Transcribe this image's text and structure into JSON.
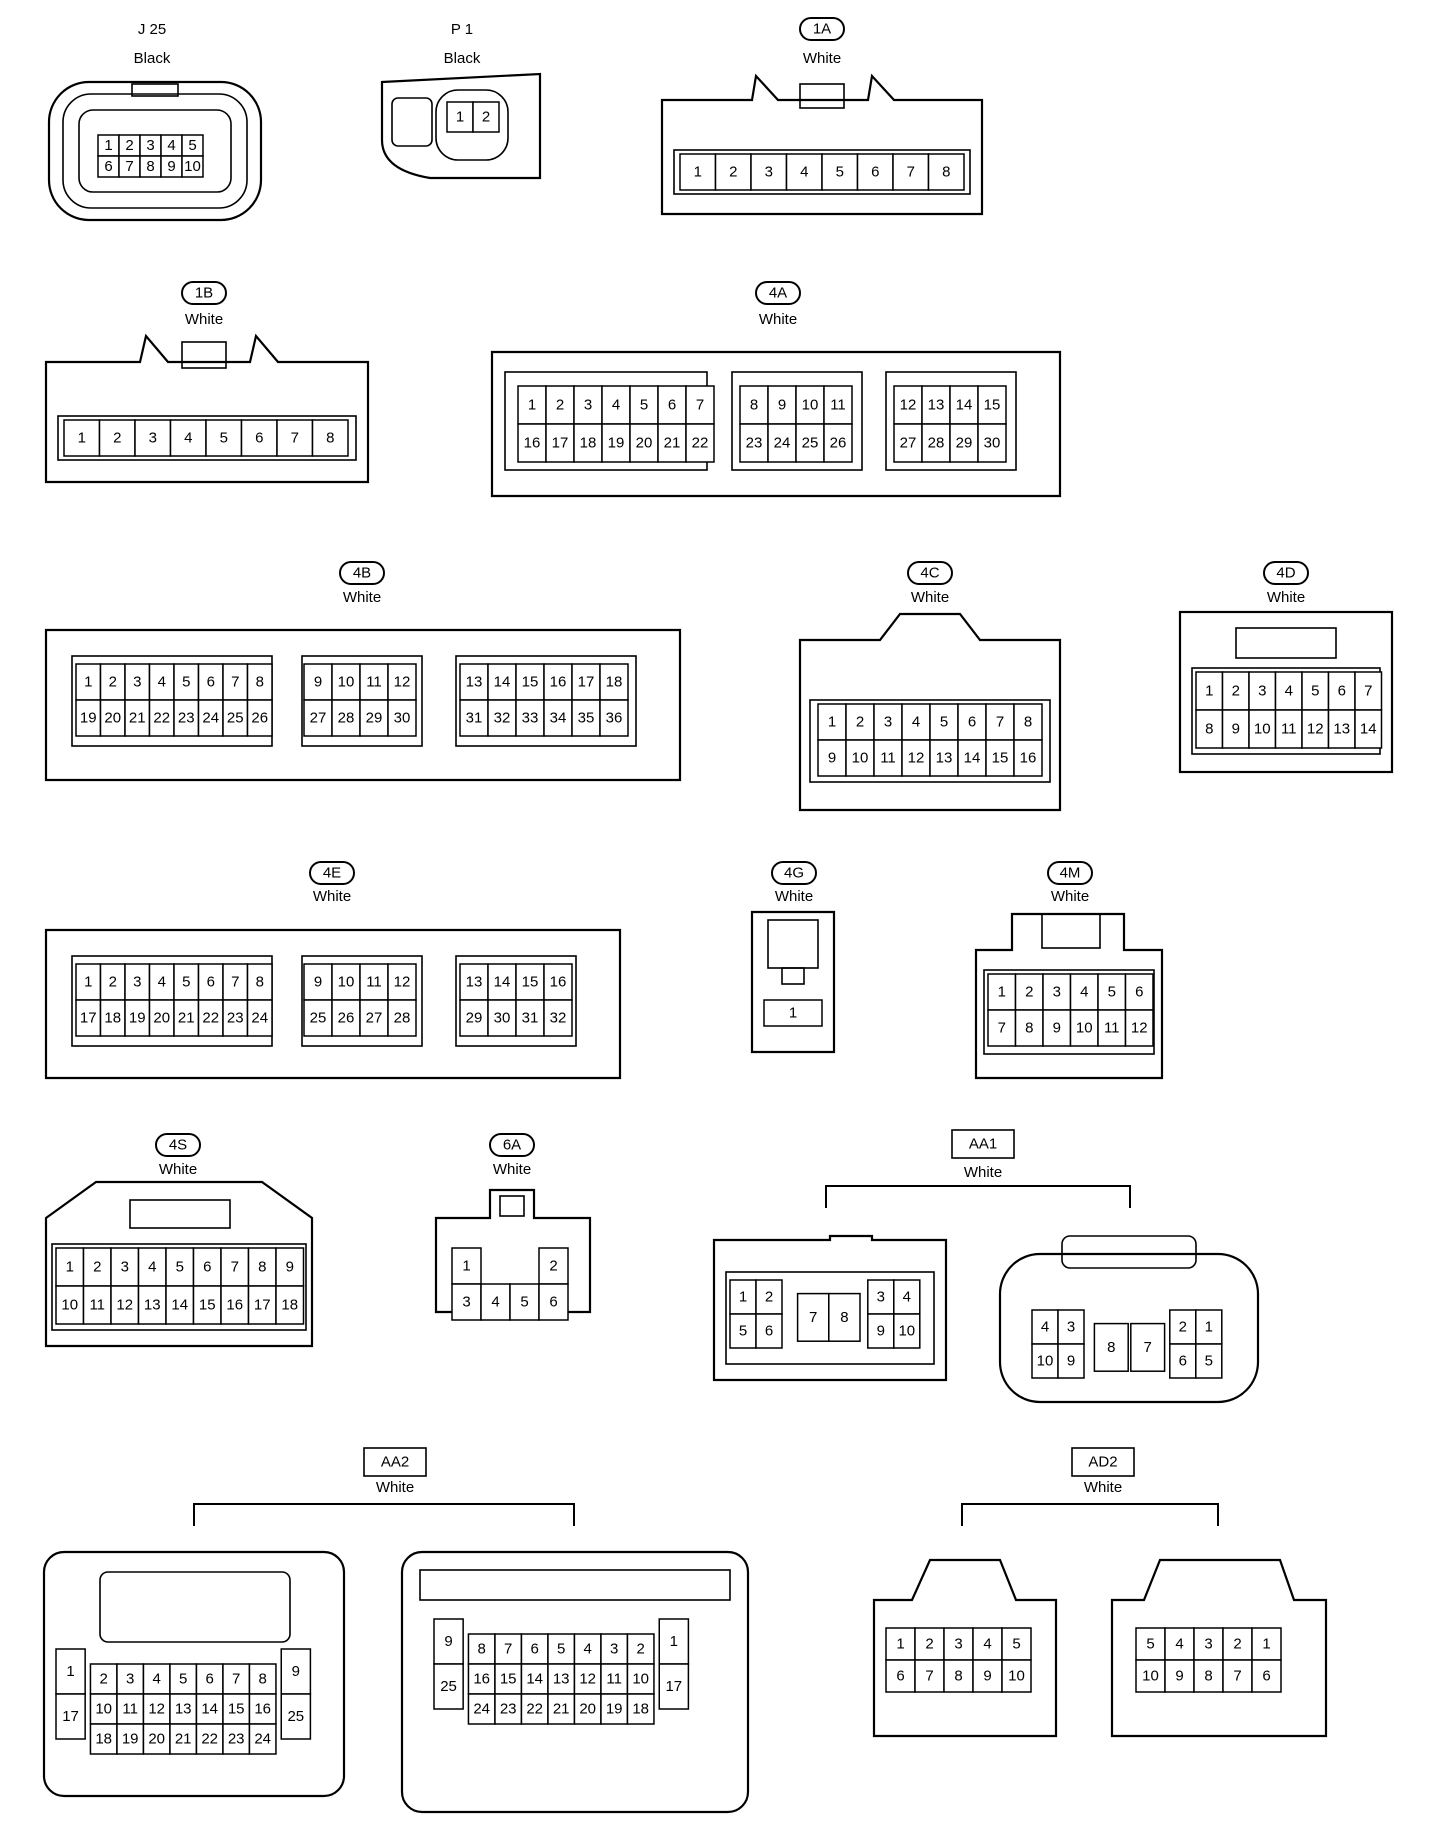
{
  "connectors": [
    {
      "code": "J 25",
      "color": "Black",
      "code_style": "plain",
      "rows": [
        [
          "1",
          "2",
          "3",
          "4",
          "5"
        ],
        [
          "6",
          "7",
          "8",
          "9",
          "10"
        ]
      ]
    },
    {
      "code": "P 1",
      "color": "Black",
      "code_style": "plain",
      "rows": [
        [
          "1",
          "2"
        ]
      ]
    },
    {
      "code": "1A",
      "color": "White",
      "code_style": "pill",
      "rows": [
        [
          "1",
          "2",
          "3",
          "4",
          "5",
          "6",
          "7",
          "8"
        ]
      ]
    },
    {
      "code": "1B",
      "color": "White",
      "code_style": "pill",
      "rows": [
        [
          "1",
          "2",
          "3",
          "4",
          "5",
          "6",
          "7",
          "8"
        ]
      ]
    },
    {
      "code": "4A",
      "color": "White",
      "code_style": "pill",
      "rows": [
        [
          "1",
          "2",
          "3",
          "4",
          "5",
          "6",
          "7"
        ],
        [
          "16",
          "17",
          "18",
          "19",
          "20",
          "21",
          "22"
        ],
        [
          "8",
          "9",
          "10",
          "11"
        ],
        [
          "23",
          "24",
          "25",
          "26"
        ],
        [
          "12",
          "13",
          "14",
          "15"
        ],
        [
          "27",
          "28",
          "29",
          "30"
        ]
      ]
    },
    {
      "code": "4B",
      "color": "White",
      "code_style": "pill",
      "rows": [
        [
          "1",
          "2",
          "3",
          "4",
          "5",
          "6",
          "7",
          "8"
        ],
        [
          "19",
          "20",
          "21",
          "22",
          "23",
          "24",
          "25",
          "26"
        ],
        [
          "9",
          "10",
          "11",
          "12"
        ],
        [
          "27",
          "28",
          "29",
          "30"
        ],
        [
          "13",
          "14",
          "15",
          "16",
          "17",
          "18"
        ],
        [
          "31",
          "32",
          "33",
          "34",
          "35",
          "36"
        ]
      ]
    },
    {
      "code": "4C",
      "color": "White",
      "code_style": "pill",
      "rows": [
        [
          "1",
          "2",
          "3",
          "4",
          "5",
          "6",
          "7",
          "8"
        ],
        [
          "9",
          "10",
          "11",
          "12",
          "13",
          "14",
          "15",
          "16"
        ]
      ]
    },
    {
      "code": "4D",
      "color": "White",
      "code_style": "pill",
      "rows": [
        [
          "1",
          "2",
          "3",
          "4",
          "5",
          "6",
          "7"
        ],
        [
          "8",
          "9",
          "10",
          "11",
          "12",
          "13",
          "14"
        ]
      ]
    },
    {
      "code": "4E",
      "color": "White",
      "code_style": "pill",
      "rows": [
        [
          "1",
          "2",
          "3",
          "4",
          "5",
          "6",
          "7",
          "8"
        ],
        [
          "17",
          "18",
          "19",
          "20",
          "21",
          "22",
          "23",
          "24"
        ],
        [
          "9",
          "10",
          "11",
          "12"
        ],
        [
          "25",
          "26",
          "27",
          "28"
        ],
        [
          "13",
          "14",
          "15",
          "16"
        ],
        [
          "29",
          "30",
          "31",
          "32"
        ]
      ]
    },
    {
      "code": "4G",
      "color": "White",
      "code_style": "pill",
      "rows": [
        [
          "1"
        ]
      ]
    },
    {
      "code": "4M",
      "color": "White",
      "code_style": "pill",
      "rows": [
        [
          "1",
          "2",
          "3",
          "4",
          "5",
          "6"
        ],
        [
          "7",
          "8",
          "9",
          "10",
          "11",
          "12"
        ]
      ]
    },
    {
      "code": "4S",
      "color": "White",
      "code_style": "pill",
      "rows": [
        [
          "1",
          "2",
          "3",
          "4",
          "5",
          "6",
          "7",
          "8",
          "9"
        ],
        [
          "10",
          "11",
          "12",
          "13",
          "14",
          "15",
          "16",
          "17",
          "18"
        ]
      ]
    },
    {
      "code": "6A",
      "color": "White",
      "code_style": "pill",
      "rows": [
        [
          "1",
          "2"
        ],
        [
          "3",
          "4",
          "5",
          "6"
        ]
      ]
    },
    {
      "code": "AA1",
      "color": "White",
      "code_style": "box",
      "left_rows": [
        [
          "1",
          "2"
        ],
        [
          "5",
          "6"
        ],
        [
          "7",
          "8"
        ],
        [
          "3",
          "4"
        ],
        [
          "9",
          "10"
        ]
      ],
      "right_rows": [
        [
          "4",
          "3"
        ],
        [
          "10",
          "9"
        ],
        [
          "8",
          "7"
        ],
        [
          "2",
          "1"
        ],
        [
          "6",
          "5"
        ]
      ]
    },
    {
      "code": "AA2",
      "color": "White",
      "code_style": "box",
      "left_rows": [
        [
          "1",
          "17"
        ],
        [
          "2",
          "3",
          "4",
          "5",
          "6",
          "7",
          "8"
        ],
        [
          "10",
          "11",
          "12",
          "13",
          "14",
          "15",
          "16"
        ],
        [
          "18",
          "19",
          "20",
          "21",
          "22",
          "23",
          "24"
        ],
        [
          "9",
          "25"
        ]
      ],
      "right_rows": [
        [
          "9",
          "25"
        ],
        [
          "8",
          "7",
          "6",
          "5",
          "4",
          "3",
          "2"
        ],
        [
          "16",
          "15",
          "14",
          "13",
          "12",
          "11",
          "10"
        ],
        [
          "24",
          "23",
          "22",
          "21",
          "20",
          "19",
          "18"
        ],
        [
          "1",
          "17"
        ]
      ]
    },
    {
      "code": "AD2",
      "color": "White",
      "code_style": "box",
      "left_rows": [
        [
          "1",
          "2",
          "3",
          "4",
          "5"
        ],
        [
          "6",
          "7",
          "8",
          "9",
          "10"
        ]
      ],
      "right_rows": [
        [
          "5",
          "4",
          "3",
          "2",
          "1"
        ],
        [
          "10",
          "9",
          "8",
          "7",
          "6"
        ]
      ]
    }
  ]
}
